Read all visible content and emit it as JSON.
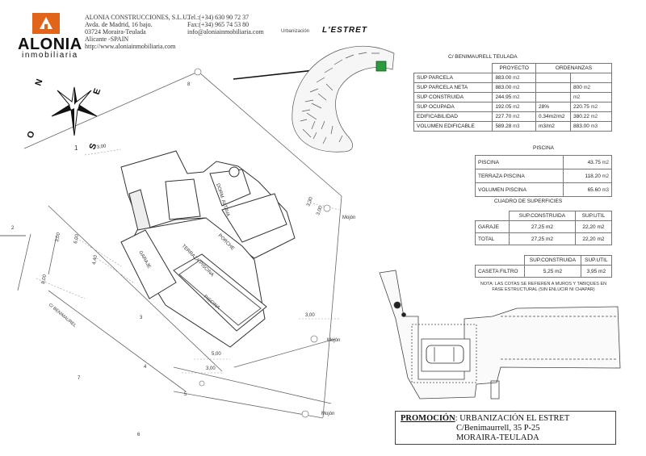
{
  "header": {
    "logo_name": "ALONIA",
    "logo_sub": "inmobiliaria",
    "company_lines": [
      "ALONIA CONSTRUCCIONES, S.L.U.",
      "Avda. de Madrid, 16 bajo.",
      "03724 Moraira-Teulada",
      "Alicante -SPAIN",
      "http://www.aloniainmobiliaria.com"
    ],
    "contact_lines": [
      "Tel.:(+34) 630 90 72 37",
      "Fax:(+34) 965 74 53 80",
      "info@aloniainmobiliaria.com"
    ]
  },
  "location_map": {
    "label_small": "Urbanización",
    "label_big": "L'ESTRET",
    "street_caption": "C/ BENIMAURELL TEULADA",
    "marker_color": "#2e9a3e"
  },
  "compass": {
    "north": "N",
    "east": "E",
    "south": "S",
    "west": "O"
  },
  "site_plan": {
    "rooms": [
      "DORM. ALTAVA",
      "PORCHE",
      "TERRAZA PISCINA",
      "GARAJE",
      "PISCINA"
    ],
    "street": "C/ BENIMAUREL",
    "landmarks": [
      "Mojón",
      "Mojón",
      "Mojón"
    ],
    "dimensions": [
      "3,00",
      "3,30",
      "3,00",
      "3,00",
      "6,00",
      "4,40",
      "8,00",
      "5,00",
      "3,00",
      "3,00"
    ],
    "point_ids": [
      "8",
      "1",
      "2",
      "3",
      "4",
      "5",
      "6",
      "7"
    ]
  },
  "table_main": {
    "col_proyecto": "PROYECTO",
    "col_ordenanzas": "ORDENANZAS",
    "rows": [
      {
        "label": "SUP PARCELA",
        "proj": "883.00",
        "unit": "m2",
        "ord": "",
        "ord_unit": ""
      },
      {
        "label": "SUP PARCELA NETA",
        "proj": "883.00",
        "unit": "m2",
        "ord": "800",
        "ord_unit": "m2"
      },
      {
        "label": "SUP CONSTRUIDA",
        "proj": "244.95",
        "unit": "m2",
        "ord": "",
        "ord_unit": "m2"
      },
      {
        "label": "SUP OCUPADA",
        "proj": "192.05",
        "unit": "m2",
        "pct": "28%",
        "ord": "220.75",
        "ord_unit": "m2"
      },
      {
        "label": "EDIFICABILIDAD",
        "proj": "227.70",
        "unit": "m2",
        "pct": "0.34m2/m2",
        "ord": "380.22",
        "ord_unit": "m2"
      },
      {
        "label": "VOLUMEN EDIFICABLE",
        "proj": "589.28",
        "unit": "m3",
        "pct": "m3/m2",
        "ord": "883.00",
        "ord_unit": "m3"
      }
    ]
  },
  "table_piscina": {
    "title": "PISCINA",
    "rows": [
      {
        "label": "PISCINA",
        "value": "43.75",
        "unit": "m2"
      },
      {
        "label": "TERRAZA PISCINA",
        "value": "118.20",
        "unit": "m2"
      },
      {
        "label": "VOLUMEN PISCINA",
        "value": "65.60",
        "unit": "m3"
      }
    ]
  },
  "table_superficies": {
    "title": "CUADRO DE SUPERFICIES",
    "headers": [
      "SUP.CONSTRUIDA",
      "SUP.UTIL"
    ],
    "rows": [
      {
        "label": "GARAJE",
        "built": "27,25 m2",
        "useful": "22,20 m2"
      },
      {
        "label": "TOTAL",
        "built": "27,25 m2",
        "useful": "22,20 m2"
      }
    ]
  },
  "table_caseta": {
    "headers": [
      "SUP.CONSTRUIDA",
      "SUP.UTIL"
    ],
    "rows": [
      {
        "label": "CASETA FILTRO",
        "built": "5,25 m2",
        "useful": "3,95 m2"
      }
    ]
  },
  "note": "NOTA: LAS COTAS SE REFIEREN A MUROS Y TABIQUES EN FASE ESTRUCTURAL (SIN ENLUCIR NI CHAPAR)",
  "promotion": {
    "label": "PROMOCIÓN",
    "name": "URBANIZACIÓN EL ESTRET",
    "address": "C/Benimaurrell, 35 P-25",
    "city": "MORAIRA-TEULADA"
  }
}
